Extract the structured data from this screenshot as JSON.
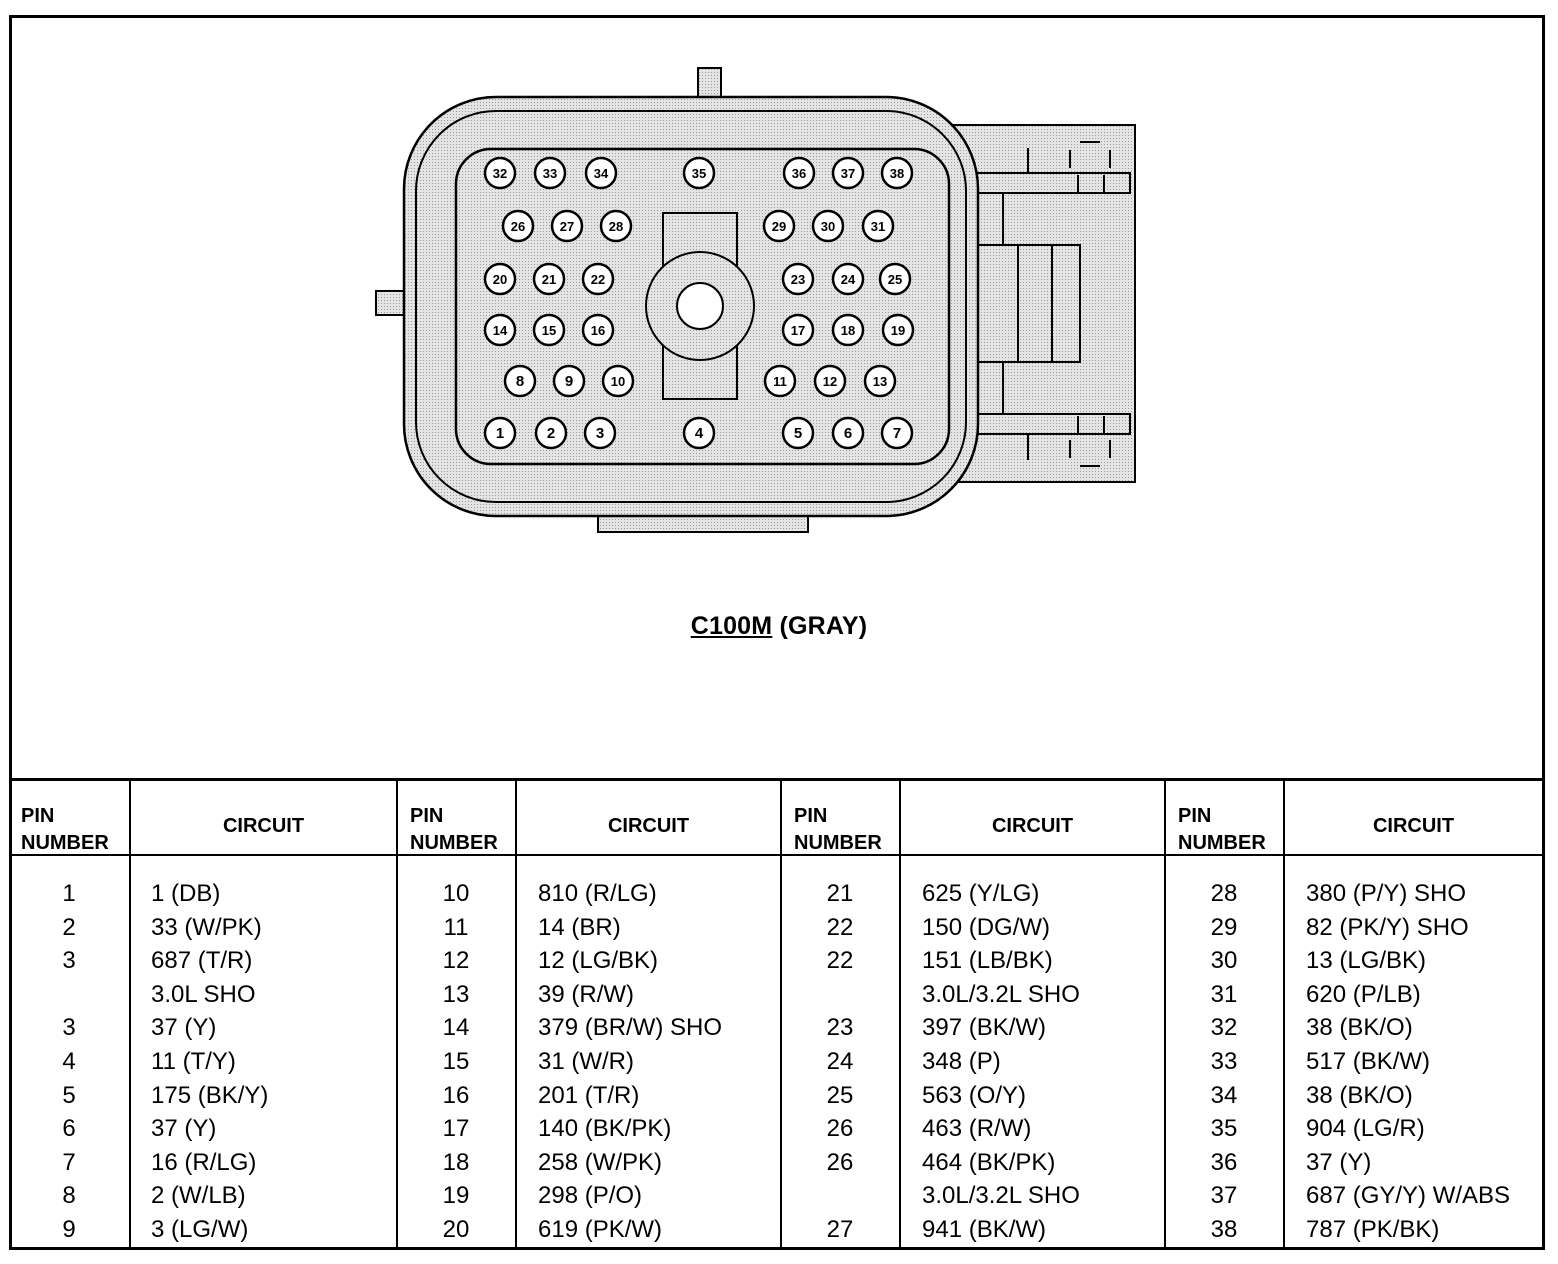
{
  "connector": {
    "id": "C100M",
    "color_label": "(GRAY)",
    "pins": [
      "1",
      "2",
      "3",
      "4",
      "5",
      "6",
      "7",
      "8",
      "9",
      "10",
      "11",
      "12",
      "13",
      "14",
      "15",
      "16",
      "17",
      "18",
      "19",
      "20",
      "21",
      "22",
      "23",
      "24",
      "25",
      "26",
      "27",
      "28",
      "29",
      "30",
      "31",
      "32",
      "33",
      "34",
      "35",
      "36",
      "37",
      "38"
    ]
  },
  "table": {
    "pin_header_line1": "PIN",
    "pin_header_line2": "NUMBER",
    "circuit_header": "CIRCUIT",
    "columns": [
      {
        "rows": [
          {
            "pin": "1",
            "circuit": "1 (DB)"
          },
          {
            "pin": "2",
            "circuit": "33 (W/PK)"
          },
          {
            "pin": "3",
            "circuit": "687 (T/R)"
          },
          {
            "pin": "",
            "circuit": "3.0L SHO"
          },
          {
            "pin": "3",
            "circuit": "37 (Y)"
          },
          {
            "pin": "4",
            "circuit": "11 (T/Y)"
          },
          {
            "pin": "5",
            "circuit": "175 (BK/Y)"
          },
          {
            "pin": "6",
            "circuit": "37 (Y)"
          },
          {
            "pin": "7",
            "circuit": "16  (R/LG)"
          },
          {
            "pin": "8",
            "circuit": "2 (W/LB)"
          },
          {
            "pin": "9",
            "circuit": "3 (LG/W)"
          }
        ]
      },
      {
        "rows": [
          {
            "pin": "10",
            "circuit": "810 (R/LG)"
          },
          {
            "pin": "11",
            "circuit": "14 (BR)"
          },
          {
            "pin": "12",
            "circuit": "12 (LG/BK)"
          },
          {
            "pin": "13",
            "circuit": "39 (R/W)"
          },
          {
            "pin": "14",
            "circuit": "379 (BR/W) SHO"
          },
          {
            "pin": "15",
            "circuit": "31 (W/R)"
          },
          {
            "pin": "16",
            "circuit": "201 (T/R)"
          },
          {
            "pin": "17",
            "circuit": "140 (BK/PK)"
          },
          {
            "pin": "18",
            "circuit": "258 (W/PK)"
          },
          {
            "pin": "19",
            "circuit": "298 (P/O)"
          },
          {
            "pin": "20",
            "circuit": "619 (PK/W)"
          }
        ]
      },
      {
        "rows": [
          {
            "pin": "21",
            "circuit": "625 (Y/LG)"
          },
          {
            "pin": "22",
            "circuit": "150 (DG/W)"
          },
          {
            "pin": "22",
            "circuit": "151 (LB/BK)"
          },
          {
            "pin": "",
            "circuit": "3.0L/3.2L SHO"
          },
          {
            "pin": "23",
            "circuit": "397 (BK/W)"
          },
          {
            "pin": "24",
            "circuit": "348 (P)"
          },
          {
            "pin": "25",
            "circuit": "563 (O/Y)"
          },
          {
            "pin": "26",
            "circuit": "463 (R/W)"
          },
          {
            "pin": "26",
            "circuit": "464 (BK/PK)"
          },
          {
            "pin": "",
            "circuit": "3.0L/3.2L SHO"
          },
          {
            "pin": "27",
            "circuit": "941 (BK/W)"
          }
        ]
      },
      {
        "rows": [
          {
            "pin": "28",
            "circuit": "380 (P/Y) SHO"
          },
          {
            "pin": "29",
            "circuit": "82 (PK/Y) SHO"
          },
          {
            "pin": "30",
            "circuit": "13 (LG/BK)"
          },
          {
            "pin": "31",
            "circuit": "620 (P/LB)"
          },
          {
            "pin": "32",
            "circuit": "38 (BK/O)"
          },
          {
            "pin": "33",
            "circuit": "517 (BK/W)"
          },
          {
            "pin": "34",
            "circuit": "38 (BK/O)"
          },
          {
            "pin": "35",
            "circuit": "904 (LG/R)"
          },
          {
            "pin": "36",
            "circuit": "37 (Y)"
          },
          {
            "pin": "37",
            "circuit": "687 (GY/Y) W/ABS"
          },
          {
            "pin": "38",
            "circuit": "787 (PK/BK)"
          }
        ]
      }
    ]
  }
}
